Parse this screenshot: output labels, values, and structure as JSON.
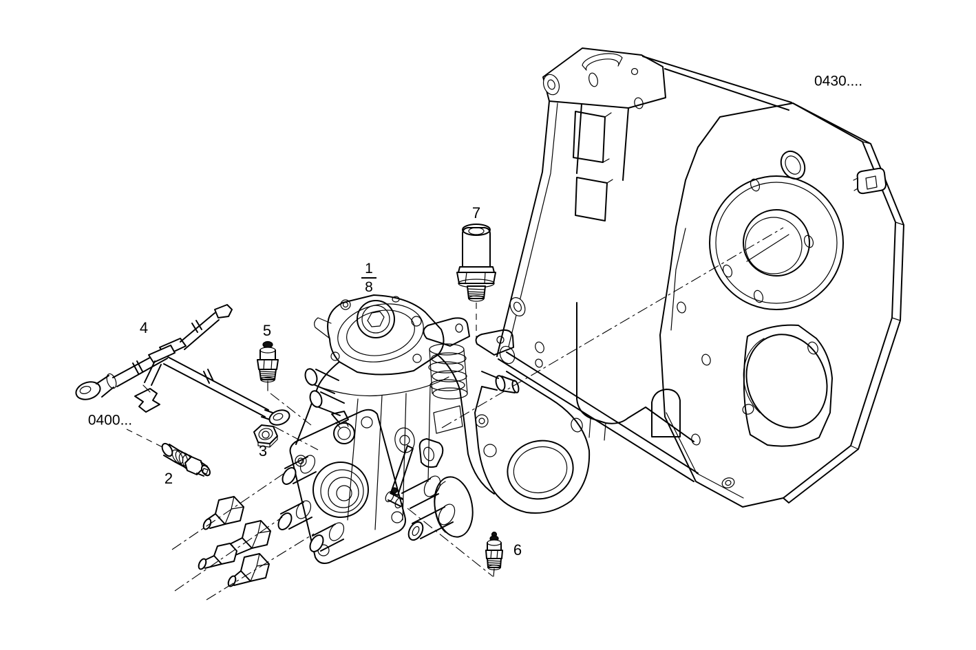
{
  "meta": {
    "type": "exploded-parts-diagram",
    "background_color": "#ffffff",
    "line_color": "#000000"
  },
  "diagram": {
    "callouts": [
      {
        "id": "item-1-8",
        "kind": "fraction",
        "numerator": "1",
        "denominator": "8"
      },
      {
        "id": "item-2",
        "kind": "number",
        "text": "2"
      },
      {
        "id": "item-3",
        "kind": "number",
        "text": "3"
      },
      {
        "id": "item-4",
        "kind": "number",
        "text": "4"
      },
      {
        "id": "item-5",
        "kind": "number",
        "text": "5"
      },
      {
        "id": "item-6",
        "kind": "number",
        "text": "6"
      },
      {
        "id": "item-7",
        "kind": "number",
        "text": "7"
      },
      {
        "id": "ref-0400",
        "kind": "reference",
        "text": "0400..."
      },
      {
        "id": "ref-0430",
        "kind": "reference",
        "text": "0430...."
      }
    ]
  }
}
